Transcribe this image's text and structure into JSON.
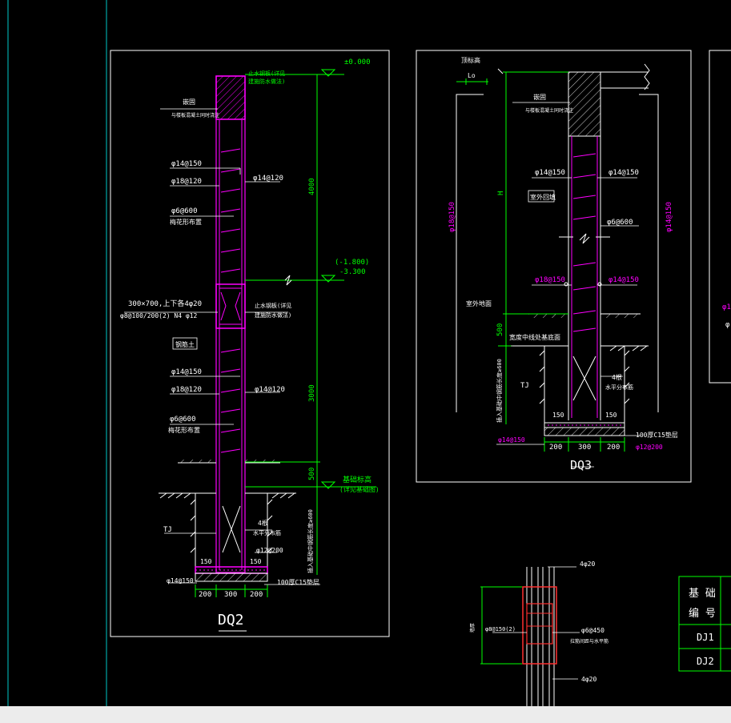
{
  "colors": {
    "background": "#000000",
    "frame": "#ffffff",
    "dimension": "#00ff00",
    "wall": "#ff00ff",
    "hatch": "#ffffff",
    "text": "#ffffff",
    "accent_text": "#ffff00",
    "cyan_line": "#00c8c8",
    "table_line": "#00ff00",
    "red_line": "#ff3030"
  },
  "dq2": {
    "title": "DQ2",
    "level_top": "±0.000",
    "level_mid_a": "(-1.800)",
    "level_mid_b": "-3.300",
    "level_base": "基础标高",
    "level_base_sub": "(详见基础图)",
    "label_cap": "嵌固",
    "label_cap_sub": "与楼板混凝土同时浇注",
    "label_top_note": "止水钢板(详见",
    "label_top_note_b": "建施防水做法)",
    "rebar_1": "φ14@150",
    "rebar_2": "φ18@120",
    "rebar_3": "φ6@600",
    "rebar_3_sub": "梅花形布置",
    "rebar_right_1": "φ14@120",
    "beam_label": "300×700,上下各4φ20",
    "beam_label_b": "φ8@100/200(2) N4 φ12",
    "beam_note": "止水钢板(详见",
    "beam_note_b": "建施防水做法)",
    "wall_box": "钢筋土",
    "rebar_4": "φ14@150",
    "rebar_5": "φ18@120",
    "rebar_6": "φ6@600",
    "rebar_6_sub": "梅花形布置",
    "rebar_right_2": "φ14@120",
    "dim_upper": "4000",
    "dim_lower": "3000",
    "dim_500": "500",
    "dim_vertical_note": "插入基础中钢筋长度≥600",
    "tj_label": "TJ",
    "bars_4": "4根",
    "bars_4_sub": "水平分布筋",
    "base_rebar": "φ12@200",
    "base_left": "φ14@150",
    "base_150a": "150",
    "base_150b": "150",
    "base_layer": "100厚C15垫层",
    "dim_a": "200",
    "dim_b": "300",
    "dim_c": "200"
  },
  "dq3": {
    "title": "DQ3",
    "lo_label": "Lo",
    "level_top": "顶标高",
    "label_cap": "嵌固",
    "label_cap_sub": "与楼板混凝土同时浇注",
    "rebar_left_long": "φ18@150",
    "rebar_right_long": "φ14@150",
    "h_label": "H",
    "rebar_a": "φ14@150",
    "rebar_b": "φ14@150",
    "wall_box": "室外回填",
    "rebar_c": "φ6@600",
    "rebar_d": "φ18@150",
    "rebar_e": "φ14@150",
    "level_ground": "室外地面",
    "dim_500": "500",
    "base_note": "宽度中线处基底面",
    "dim_vertical_note": "插入基础中钢筋长度≥600",
    "tj_label": "TJ",
    "bars_4": "4根",
    "bars_4_sub": "水平分布筋",
    "base_150a": "150",
    "base_150b": "150",
    "base_left": "φ14@150",
    "base_layer": "100厚C15垫层",
    "base_rebar": "φ12@200",
    "dim_a": "200",
    "dim_b": "300",
    "dim_c": "200"
  },
  "column": {
    "top_label": "4φ20",
    "bottom_label": "4φ20",
    "left_label": "φ8@150(2)",
    "left_side": "墙厚",
    "right_label": "φ6@450",
    "right_sub": "拉筋间距与水平筋"
  },
  "table": {
    "header_a": "基 础",
    "header_b": "编 号",
    "row_1": "DJ1",
    "row_2": "DJ2"
  },
  "partial_right": {
    "text_a": "φ1",
    "text_b": "φ"
  }
}
